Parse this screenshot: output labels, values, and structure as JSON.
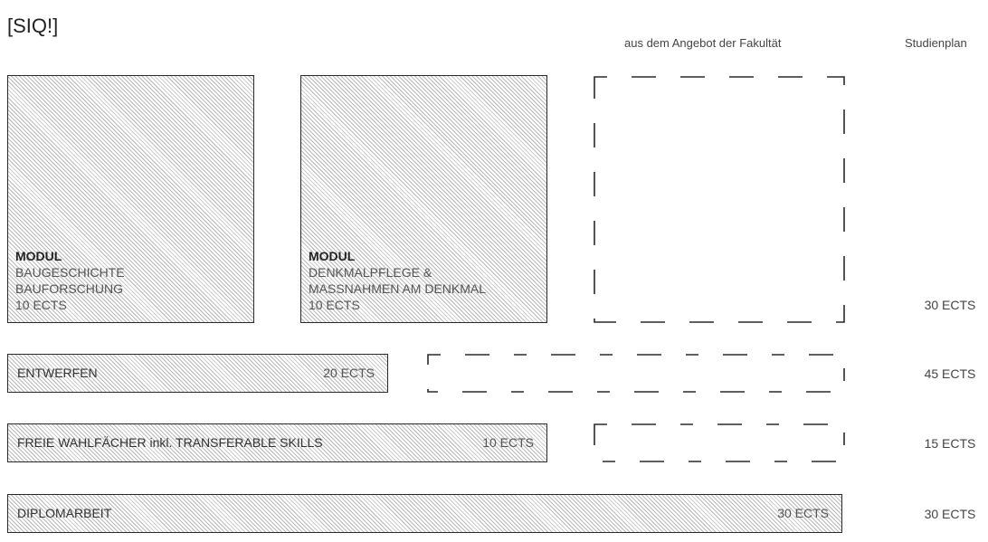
{
  "title": "[SIQ!]",
  "headers": {
    "faculty": "aus dem Angebot der Fakultät",
    "plan": "Studienplan"
  },
  "modules": [
    {
      "heading": "MODUL",
      "line1": "BAUGESCHICHTE",
      "line2": "BAUFORSCHUNG",
      "ects": "10 ECTS"
    },
    {
      "heading": "MODUL",
      "line1": "DENKMALPFLEGE &",
      "line2": "MASSNAHMEN AM DENKMAL",
      "ects": "10 ECTS"
    }
  ],
  "bars": [
    {
      "label": "ENTWERFEN",
      "ects": "20 ECTS",
      "total": "45 ECTS"
    },
    {
      "label": "FREIE WAHLFÄCHER inkl. TRANSFERABLE SKILLS",
      "ects": "10 ECTS",
      "total": "15 ECTS"
    },
    {
      "label": "DIPLOMARBEIT",
      "ects": "30 ECTS",
      "total": "30 ECTS"
    }
  ],
  "module_total": "30 ECTS"
}
